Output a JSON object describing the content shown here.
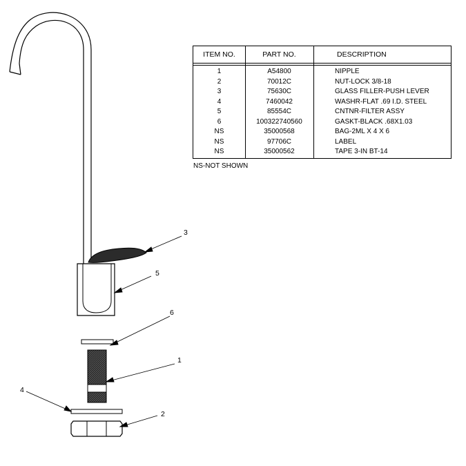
{
  "table": {
    "headers": {
      "item": "ITEM NO.",
      "part": "PART NO.",
      "desc": "DESCRIPTION"
    },
    "rows": [
      {
        "item": "1",
        "part": "A54800",
        "desc": "NIPPLE"
      },
      {
        "item": "2",
        "part": "70012C",
        "desc": "NUT-LOCK 3/8-18"
      },
      {
        "item": "3",
        "part": "75630C",
        "desc": "GLASS FILLER-PUSH LEVER"
      },
      {
        "item": "4",
        "part": "7460042",
        "desc": "WASHR-FLAT .69 I.D. STEEL"
      },
      {
        "item": "5",
        "part": "85554C",
        "desc": "CNTNR-FILTER ASSY"
      },
      {
        "item": "6",
        "part": "100322740560",
        "desc": "GASKT-BLACK .68X1.03"
      },
      {
        "item": "NS",
        "part": "35000568",
        "desc": "BAG-2ML X 4 X 6"
      },
      {
        "item": "NS",
        "part": "97706C",
        "desc": "LABEL"
      },
      {
        "item": "NS",
        "part": "35000562",
        "desc": "TAPE 3-IN BT-14"
      }
    ],
    "footnote": "NS-NOT SHOWN"
  },
  "callouts": {
    "c1": "1",
    "c2": "2",
    "c3": "3",
    "c4": "4",
    "c5": "5",
    "c6": "6"
  }
}
